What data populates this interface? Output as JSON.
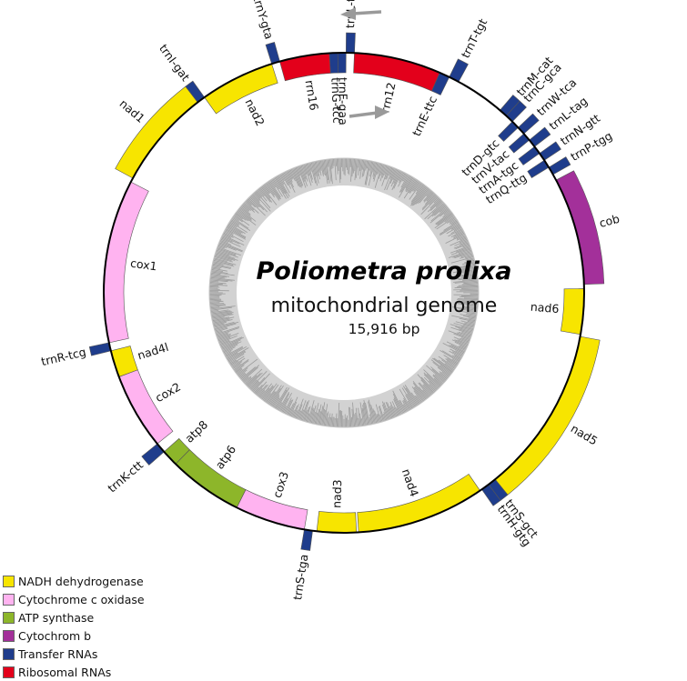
{
  "title": {
    "species": "Poliometra prolixa",
    "subtitle": "mitochondrial genome",
    "size": "15,916 bp"
  },
  "colors": {
    "nadh": "#f7e500",
    "cox": "#ffb3f0",
    "atp": "#8db62a",
    "cob": "#a3309a",
    "trna": "#1f3d8c",
    "rrna": "#e3001b"
  },
  "legend": [
    {
      "label": "NADH dehydrogenase",
      "color": "#f7e500"
    },
    {
      "label": "Cytochrome c oxidase",
      "color": "#ffb3f0"
    },
    {
      "label": "ATP synthase",
      "color": "#8db62a"
    },
    {
      "label": "Cytochrom b",
      "color": "#a3309a"
    },
    {
      "label": "Transfer RNAs",
      "color": "#1f3d8c"
    },
    {
      "label": "Ribosomal RNAs",
      "color": "#e3001b"
    }
  ],
  "genes": [
    {
      "name": "trnL-taa",
      "cat": "trna",
      "start": 0.5,
      "end": 2.5,
      "side": "out"
    },
    {
      "name": "trnF-gaa",
      "cat": "trna",
      "start": -1.5,
      "end": 0.5,
      "side": "in"
    },
    {
      "name": "trnG-tcc",
      "cat": "trna",
      "start": -3.5,
      "end": -1.5,
      "side": "in"
    },
    {
      "name": "rrn12",
      "cat": "rrna",
      "start": 2.5,
      "end": 23.5,
      "side": "in"
    },
    {
      "name": "trnE-ttc",
      "cat": "trna",
      "start": 23.5,
      "end": 26,
      "side": "in"
    },
    {
      "name": "trnT-tgt",
      "cat": "trna",
      "start": 26,
      "end": 28.5,
      "side": "out"
    },
    {
      "name": "trnM-cat",
      "cat": "trna",
      "start": 40.5,
      "end": 42.5,
      "side": "out"
    },
    {
      "name": "trnC-gca",
      "cat": "trna",
      "start": 42.5,
      "end": 44.5,
      "side": "out"
    },
    {
      "name": "trnD-gtc",
      "cat": "trna",
      "start": 44.5,
      "end": 46.5,
      "side": "in"
    },
    {
      "name": "trnW-tca",
      "cat": "trna",
      "start": 46.5,
      "end": 48.5,
      "side": "out"
    },
    {
      "name": "trnV-tac",
      "cat": "trna",
      "start": 48.5,
      "end": 50.5,
      "side": "in"
    },
    {
      "name": "trnL-tag",
      "cat": "trna",
      "start": 50.5,
      "end": 52.5,
      "side": "out"
    },
    {
      "name": "trnA-tgc",
      "cat": "trna",
      "start": 52.5,
      "end": 54.5,
      "side": "in"
    },
    {
      "name": "trnN-gtt",
      "cat": "trna",
      "start": 54.5,
      "end": 56.5,
      "side": "out"
    },
    {
      "name": "trnQ-ttg",
      "cat": "trna",
      "start": 56.5,
      "end": 58.5,
      "side": "in"
    },
    {
      "name": "trnP-tgg",
      "cat": "trna",
      "start": 58.5,
      "end": 60.5,
      "side": "out"
    },
    {
      "name": "cob",
      "cat": "cob",
      "start": 62,
      "end": 88,
      "side": "out"
    },
    {
      "name": "nad6",
      "cat": "nadh",
      "start": 89,
      "end": 100,
      "side": "in"
    },
    {
      "name": "nad5",
      "cat": "nadh",
      "start": 100.5,
      "end": 141,
      "side": "out"
    },
    {
      "name": "trnS-gct",
      "cat": "trna",
      "start": 141,
      "end": 143,
      "side": "out"
    },
    {
      "name": "trnH-gtg",
      "cat": "trna",
      "start": 143,
      "end": 145,
      "side": "out"
    },
    {
      "name": "nad4",
      "cat": "nadh",
      "start": 145.5,
      "end": 176.5,
      "side": "in"
    },
    {
      "name": "nad3",
      "cat": "nadh",
      "start": 177,
      "end": 186.5,
      "side": "in"
    },
    {
      "name": "trnS-tga",
      "cat": "trna",
      "start": 187.5,
      "end": 189.5,
      "side": "out"
    },
    {
      "name": "cox3",
      "cat": "cox",
      "start": 189.5,
      "end": 206.5,
      "side": "in"
    },
    {
      "name": "atp6",
      "cat": "atp",
      "start": 206.5,
      "end": 224.5,
      "side": "in"
    },
    {
      "name": "atp8",
      "cat": "atp",
      "start": 224.5,
      "end": 228.5,
      "side": "in"
    },
    {
      "name": "trnK-ctt",
      "cat": "trna",
      "start": 228.5,
      "end": 231,
      "side": "out"
    },
    {
      "name": "cox2",
      "cat": "cox",
      "start": 231,
      "end": 249.5,
      "side": "in"
    },
    {
      "name": "nad4l",
      "cat": "nadh",
      "start": 249.5,
      "end": 256,
      "side": "in"
    },
    {
      "name": "trnR-tcg",
      "cat": "trna",
      "start": 256,
      "end": 258,
      "side": "out"
    },
    {
      "name": "cox1",
      "cat": "cox",
      "start": 258,
      "end": 297.5,
      "side": "in"
    },
    {
      "name": "nad1",
      "cat": "nadh",
      "start": 298.5,
      "end": 322.5,
      "side": "out"
    },
    {
      "name": "trnI-gat",
      "cat": "trna",
      "start": 322.5,
      "end": 324.5,
      "side": "out"
    },
    {
      "name": "nad2",
      "cat": "nadh",
      "start": 324.5,
      "end": 342.5,
      "side": "in"
    },
    {
      "name": "trnY-gta",
      "cat": "trna",
      "start": 342.5,
      "end": 344.5,
      "side": "out"
    },
    {
      "name": "rrn16",
      "cat": "rrna",
      "start": 344.5,
      "end": 356.5,
      "side": "in"
    }
  ]
}
